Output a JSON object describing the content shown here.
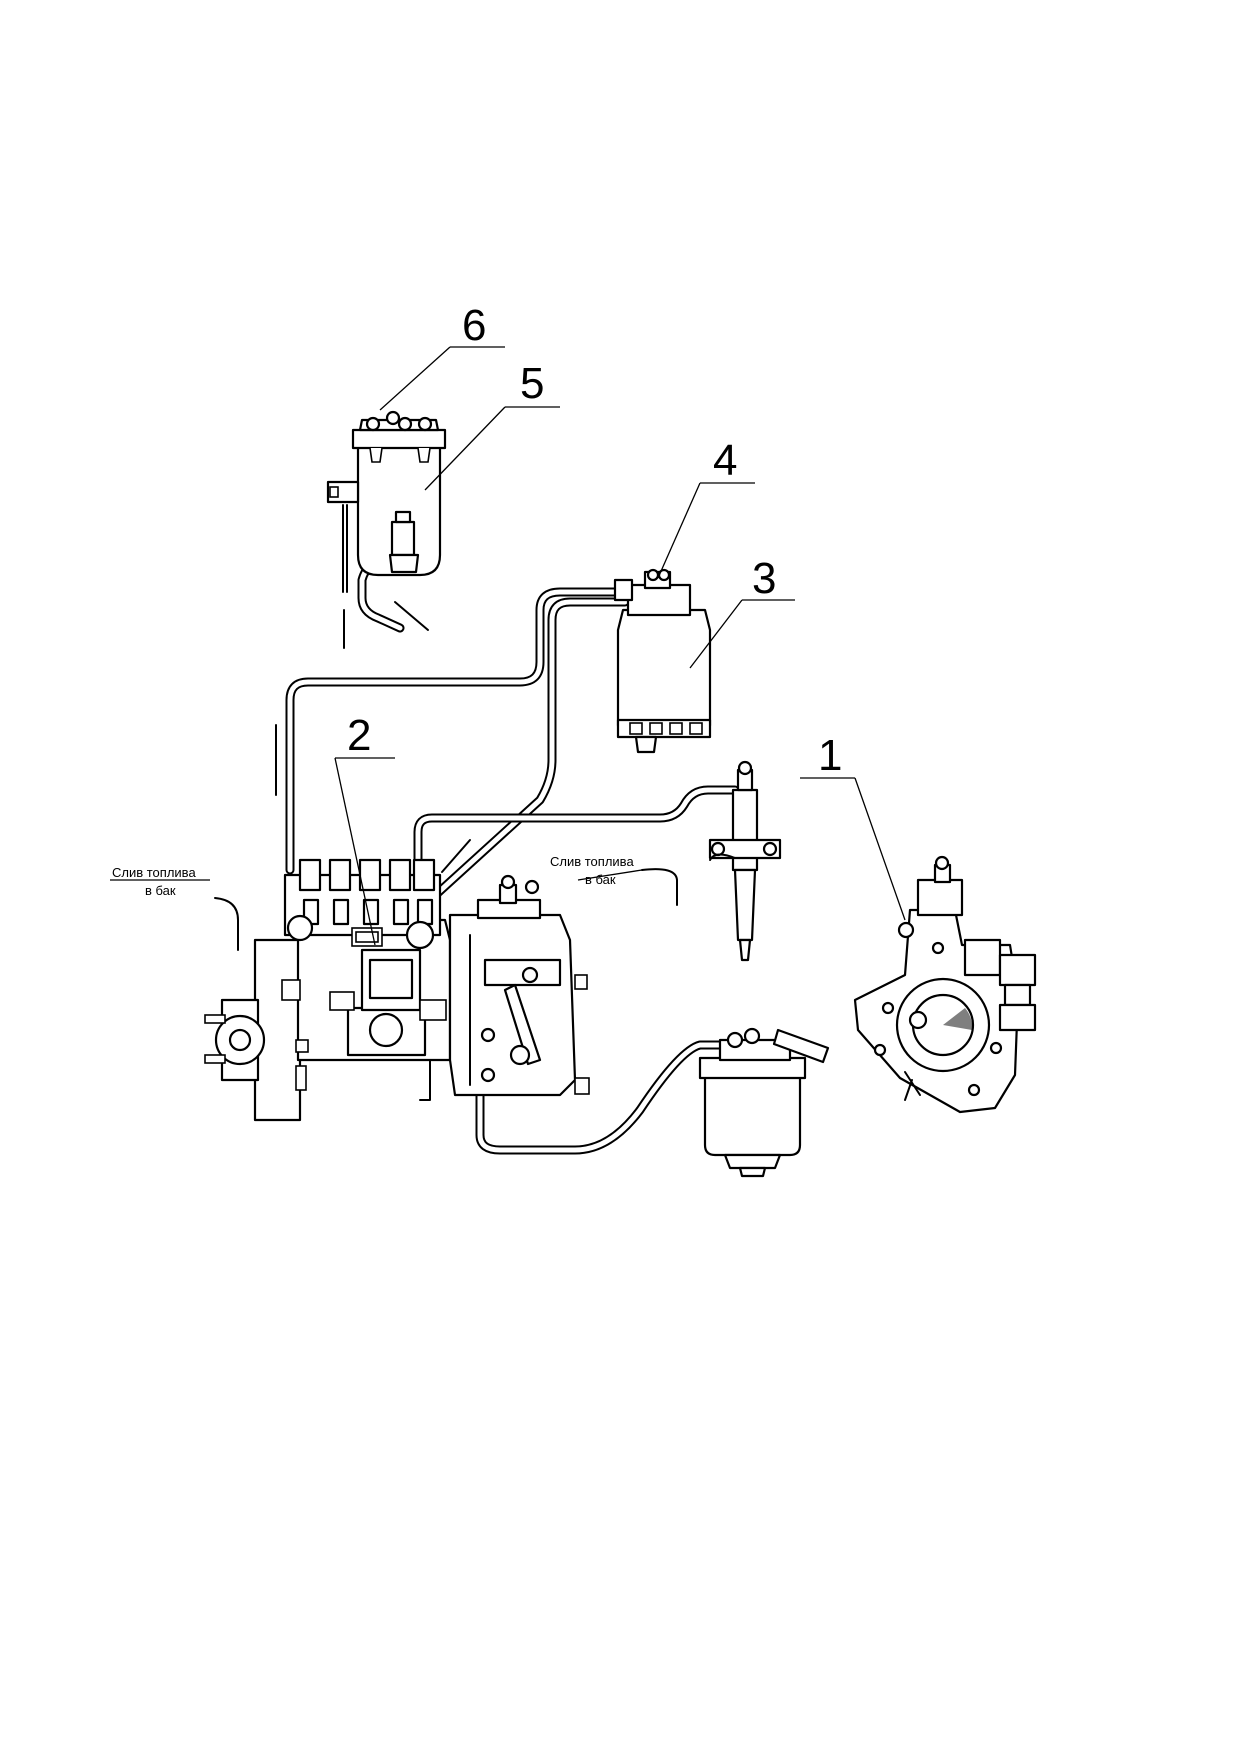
{
  "callouts": {
    "c1": "1",
    "c2": "2",
    "c3": "3",
    "c4": "4",
    "c5": "5",
    "c6": "6"
  },
  "notes": {
    "drain_left_line1": "Слив топлива",
    "drain_left_line2": "в бак",
    "drain_right_line1": "Слив топлива",
    "drain_right_line2": "в бак"
  }
}
